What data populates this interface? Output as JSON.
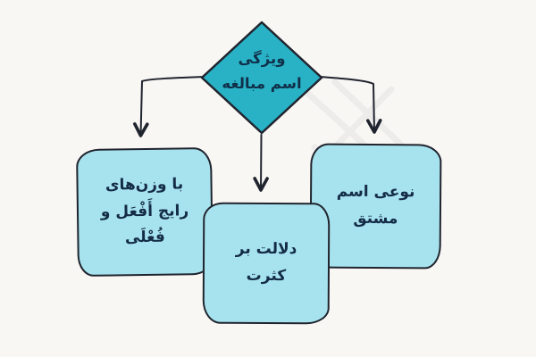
{
  "colors": {
    "background": "#f8f7f4",
    "diamond_fill": "#29b2c6",
    "box_fill": "#a7e3ee",
    "stroke": "#20242e",
    "text": "#142c46"
  },
  "diagram": {
    "root": {
      "lines": [
        "ویژگی",
        "اسم مبالغه"
      ]
    },
    "nodes": {
      "left": {
        "lines": [
          "با وزن‌های",
          "رایج أَفْعَل و",
          "فُعْلَى"
        ]
      },
      "middle": {
        "lines": [
          "دلالت بر",
          "کثرت"
        ]
      },
      "right": {
        "lines": [
          "نوعی اسم",
          "مشتق"
        ]
      }
    }
  }
}
